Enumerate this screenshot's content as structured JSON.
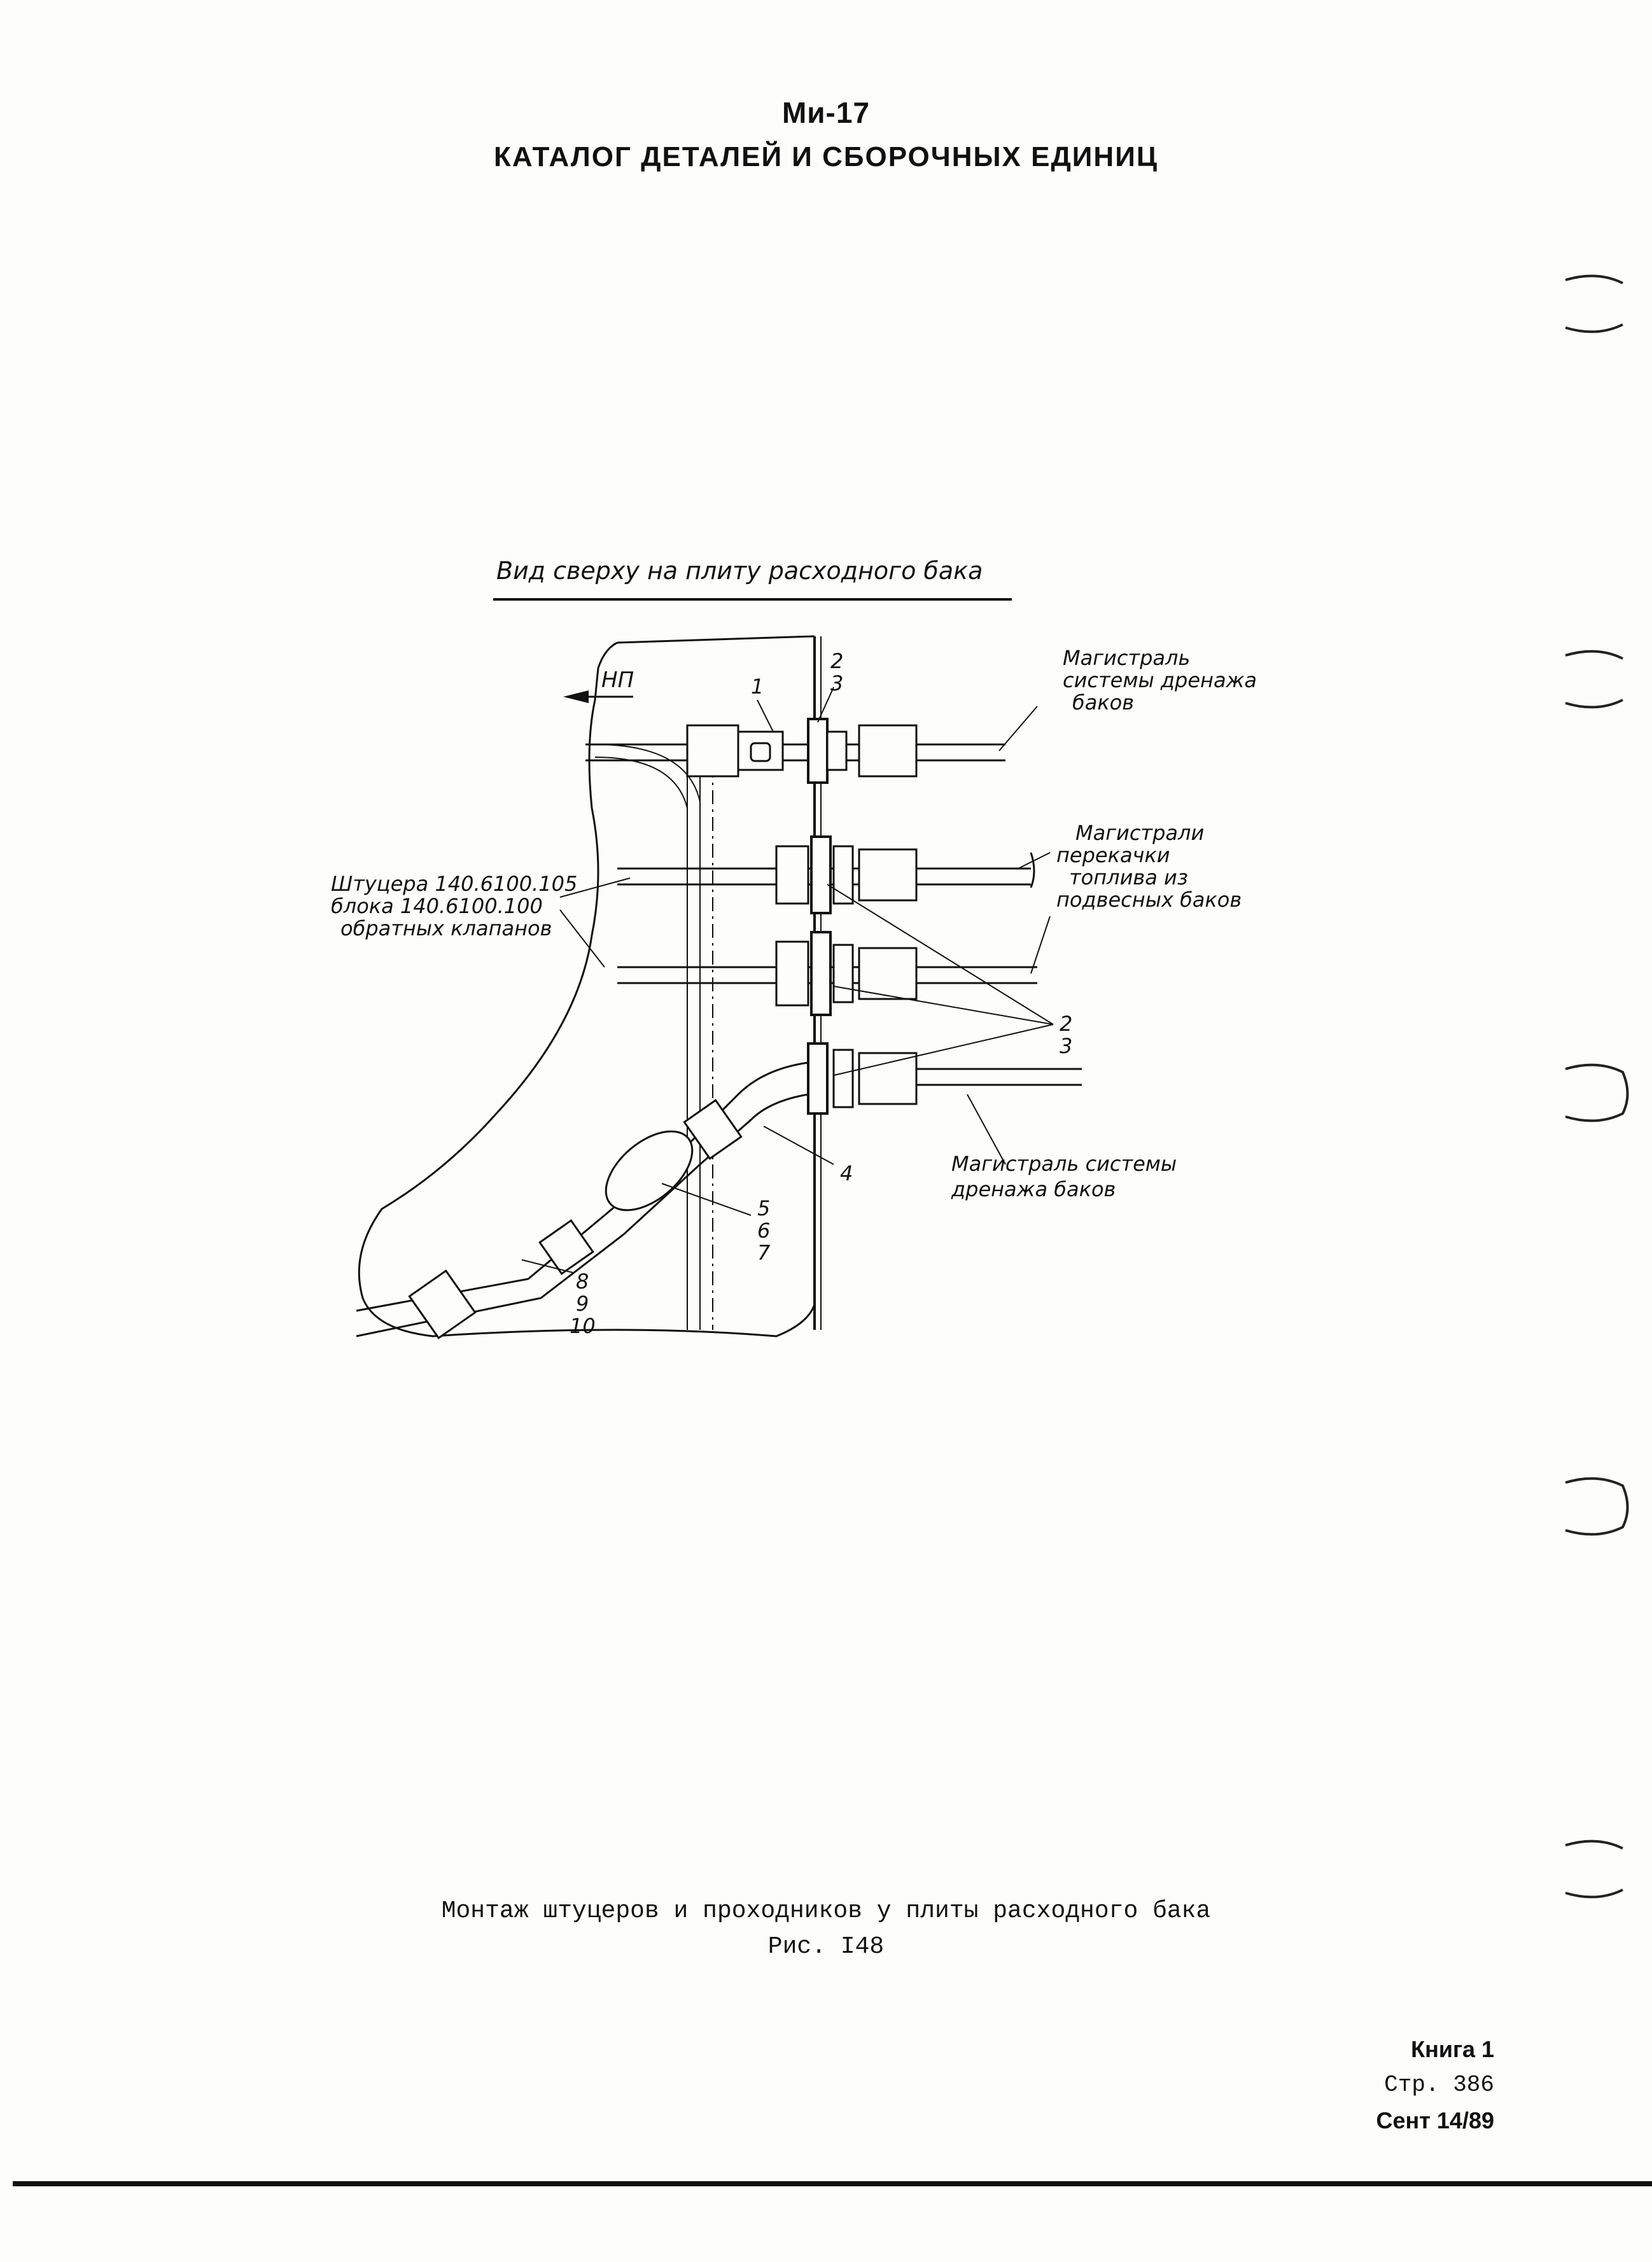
{
  "header": {
    "title": "Ми-17",
    "subtitle": "КАТАЛОГ ДЕТАЛЕЙ И СБОРОЧНЫХ ЕДИНИЦ"
  },
  "drawing": {
    "view_title": "Вид сверху на плиту расходного бака",
    "direction_label": "НП",
    "callouts": {
      "c1": "1",
      "c2_top": "2",
      "c3_top": "3",
      "c2_right": "2",
      "c3_right": "3",
      "c4": "4",
      "c5": "5",
      "c6": "6",
      "c7": "7",
      "c8": "8",
      "c9": "9",
      "c10": "10"
    },
    "label_drain_top": [
      "Магистраль",
      "системы дренажа",
      "баков"
    ],
    "label_transfer": [
      "Магистрали",
      "перекачки",
      "топлива из",
      "подвесных баков"
    ],
    "label_fittings": [
      "Штуцера 140.6100.105",
      "блока 140.6100.100",
      "обратных клапанов"
    ],
    "label_drain_bottom": [
      "Магистраль системы",
      "дренажа баков"
    ]
  },
  "caption": {
    "line1": "Монтаж штуцеров и проходников у плиты расходного бака",
    "line2": "Рис. I48"
  },
  "footer": {
    "book": "Книга 1",
    "page": "Стр. 386",
    "date": "Сент 14/89"
  }
}
